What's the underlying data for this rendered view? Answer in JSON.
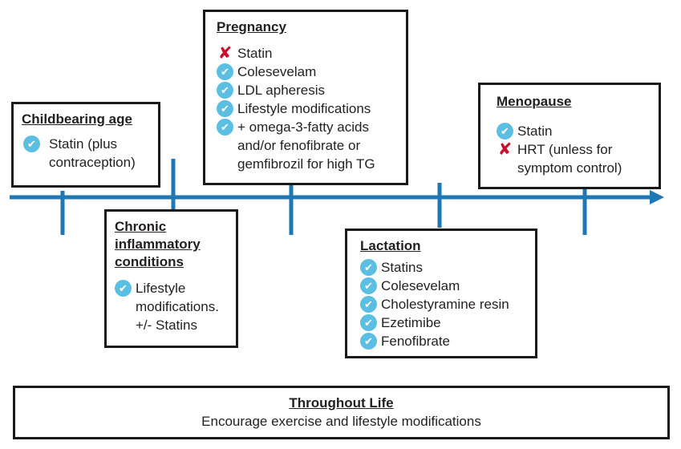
{
  "colors": {
    "axis": "#1f77b4",
    "check": "#5bbfe3",
    "cross": "#c8102e",
    "border": "#1a1a1a"
  },
  "icons": {
    "check": "check-circle-icon",
    "cross": "x-mark-icon"
  },
  "stages": [
    {
      "title": "Childbearing age",
      "items": [
        {
          "mark": "check",
          "text": "Statin (plus contraception)"
        }
      ]
    },
    {
      "title": "Chronic inflammatory conditions",
      "items": [
        {
          "mark": "check",
          "text": "Lifestyle modifications. +/- Statins"
        }
      ]
    },
    {
      "title": "Pregnancy",
      "items": [
        {
          "mark": "cross",
          "text": "Statin"
        },
        {
          "mark": "check",
          "text": "Colesevelam"
        },
        {
          "mark": "check",
          "text": "LDL apheresis"
        },
        {
          "mark": "check",
          "text": "Lifestyle modifications"
        },
        {
          "mark": "check",
          "text": "+ omega-3-fatty acids and/or fenofibrate or gemfibrozil for high TG"
        }
      ]
    },
    {
      "title": "Lactation",
      "items": [
        {
          "mark": "check",
          "text": "Statins"
        },
        {
          "mark": "check",
          "text": "Colesevelam"
        },
        {
          "mark": "check",
          "text": "Cholestyramine resin"
        },
        {
          "mark": "check",
          "text": "Ezetimibe"
        },
        {
          "mark": "check",
          "text": "Fenofibrate"
        }
      ]
    },
    {
      "title": "Menopause",
      "items": [
        {
          "mark": "check",
          "text": "Statin"
        },
        {
          "mark": "cross",
          "text": "HRT (unless for symptom control)"
        }
      ]
    }
  ],
  "throughout": {
    "title": "Throughout Life",
    "text": "Encourage exercise and lifestyle modifications"
  }
}
